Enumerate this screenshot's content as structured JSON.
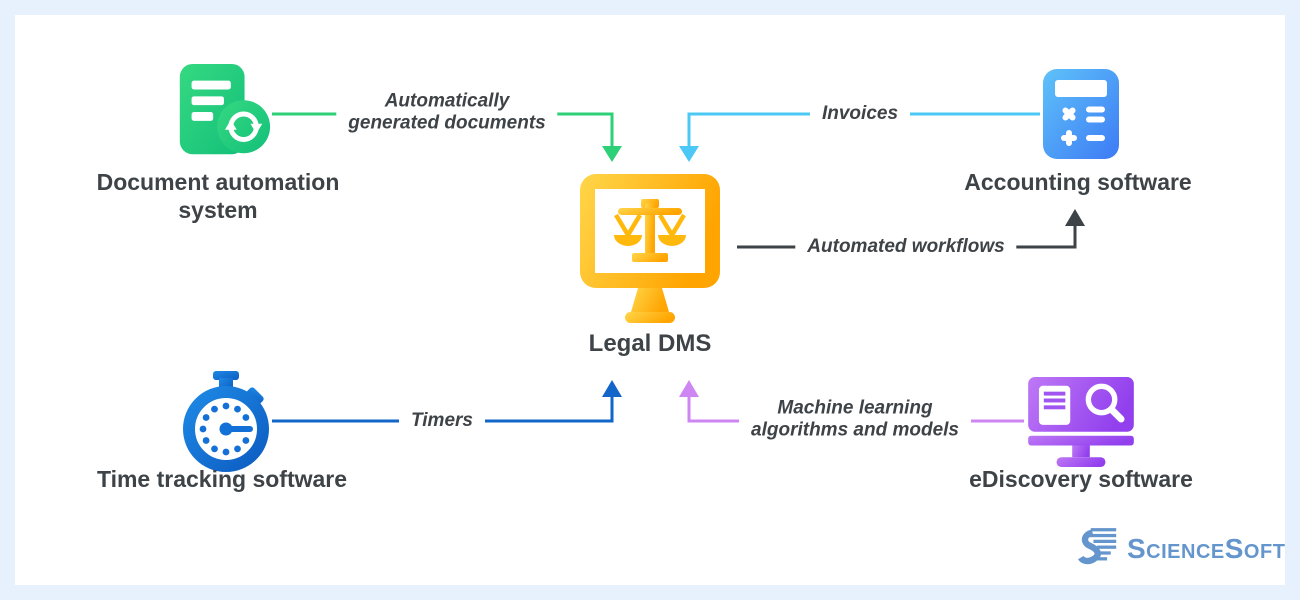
{
  "diagram": {
    "center": {
      "label": "Legal DMS",
      "icon": "legal-scales-monitor-icon"
    },
    "nodes": {
      "doc_automation": {
        "label_line1": "Document automation",
        "label_line2": "system",
        "icon": "document-sync-icon"
      },
      "accounting": {
        "label": "Accounting software",
        "icon": "calculator-icon"
      },
      "time_tracking": {
        "label": "Time tracking software",
        "icon": "stopwatch-icon"
      },
      "ediscovery": {
        "label": "eDiscovery software",
        "icon": "monitor-search-icon"
      }
    },
    "edges": {
      "auto_docs": {
        "label_line1": "Automatically",
        "label_line2": "generated documents",
        "from": "doc_automation",
        "to": "legal_dms",
        "color": "#2dd077"
      },
      "invoices": {
        "label": "Invoices",
        "from": "accounting",
        "to": "legal_dms",
        "color": "#4cc8f6"
      },
      "workflows": {
        "label": "Automated workflows",
        "from": "legal_dms",
        "to": "accounting",
        "color": "#3e4347"
      },
      "timers": {
        "label": "Timers",
        "from": "time_tracking",
        "to": "legal_dms",
        "color": "#1366c9"
      },
      "ml": {
        "label_line1": "Machine learning",
        "label_line2": "algorithms and models",
        "from": "ediscovery",
        "to": "legal_dms",
        "color": "#cd86f2"
      }
    }
  },
  "brand": {
    "name": "ScienceSoft"
  },
  "colors": {
    "page_border": "#e7f1fd",
    "panel": "#ffffff",
    "text_dark": "#3e4347",
    "green_edge": "#2dd077",
    "cyan_edge": "#4cc8f6",
    "blue_edge": "#1366c9",
    "purple_edge": "#cd86f2",
    "dark_edge": "#3e4347",
    "green_icon_light": "#36d981",
    "green_icon_dark": "#12bf79",
    "blue_icon_light": "#5fc2f9",
    "blue_icon_dark": "#3d7bf5",
    "gold_icon_light": "#ffd64a",
    "gold_icon_dark": "#ffa400",
    "stopwatch_blue_light": "#1e88e5",
    "stopwatch_blue_dark": "#0d5dc1",
    "purple_icon_light": "#be78f5",
    "purple_icon_dark": "#9240ee",
    "brand_blue": "#6496cd"
  }
}
